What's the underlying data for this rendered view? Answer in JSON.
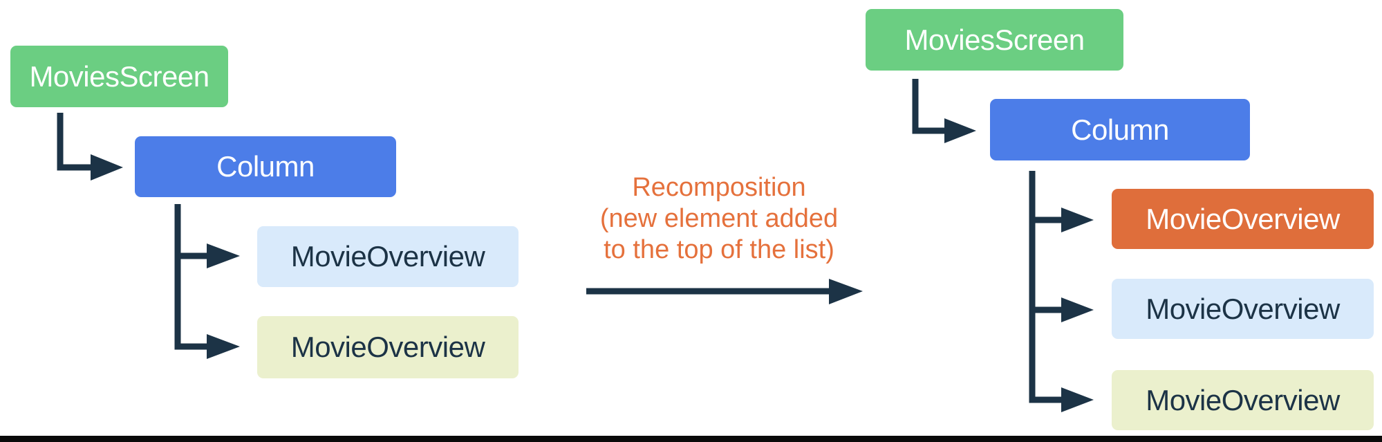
{
  "colors": {
    "background": "#FFFFFF",
    "green": "#6BCE82",
    "blue": "#4C7DE8",
    "light_blue": "#D9EAFB",
    "pale_yellow": "#EBF0CD",
    "orange": "#DF6E3B",
    "annotation_orange": "#E5713C",
    "connector_navy": "#1C3346",
    "divider_black": "#0A0A0A"
  },
  "left_tree": {
    "nodes": [
      {
        "label": "MoviesScreen",
        "color_key": "green"
      },
      {
        "label": "Column",
        "color_key": "blue"
      },
      {
        "label": "MovieOverview",
        "color_key": "light_blue"
      },
      {
        "label": "MovieOverview",
        "color_key": "pale_yellow"
      }
    ]
  },
  "right_tree": {
    "nodes": [
      {
        "label": "MoviesScreen",
        "color_key": "green"
      },
      {
        "label": "Column",
        "color_key": "blue"
      },
      {
        "label": "MovieOverview",
        "color_key": "orange"
      },
      {
        "label": "MovieOverview",
        "color_key": "light_blue"
      },
      {
        "label": "MovieOverview",
        "color_key": "pale_yellow"
      }
    ]
  },
  "annotation": {
    "line1": "Recomposition",
    "line2": "(new element added",
    "line3": "to the top of the list)"
  }
}
